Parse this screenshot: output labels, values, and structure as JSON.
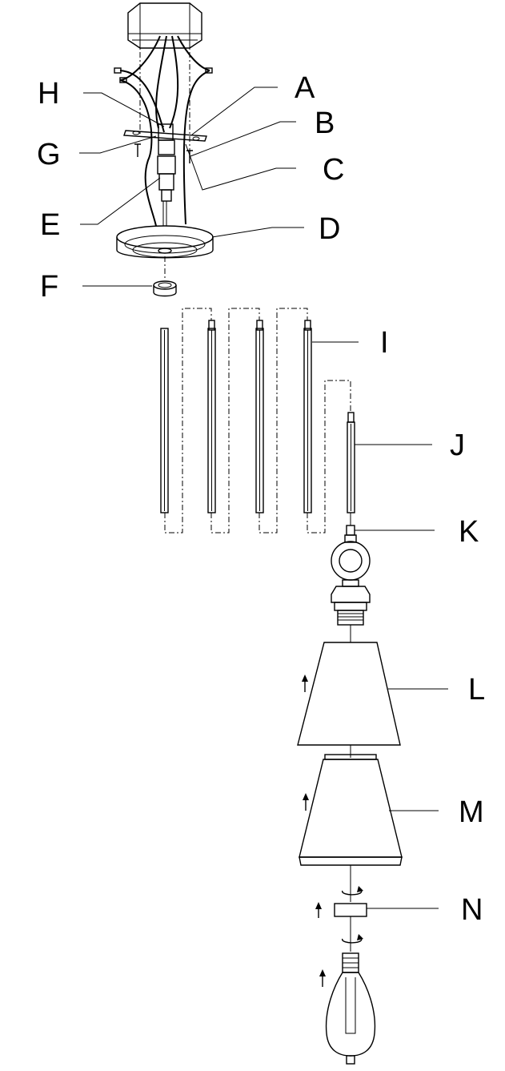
{
  "labels": {
    "A": "A",
    "B": "B",
    "C": "C",
    "D": "D",
    "E": "E",
    "F": "F",
    "G": "G",
    "H": "H",
    "I": "I",
    "J": "J",
    "K": "K",
    "L": "L",
    "M": "M",
    "N": "N"
  },
  "parts": {
    "junction_box": "octagonal-ceiling-junction-box",
    "mounting_bar": "crossbar",
    "canopy": "canopy",
    "lock_nut": "canopy-lock-nut",
    "long_rods": 4,
    "short_rod": 1,
    "socket": "lamp-socket",
    "shades": 2,
    "bulb": "edison-bulb"
  }
}
